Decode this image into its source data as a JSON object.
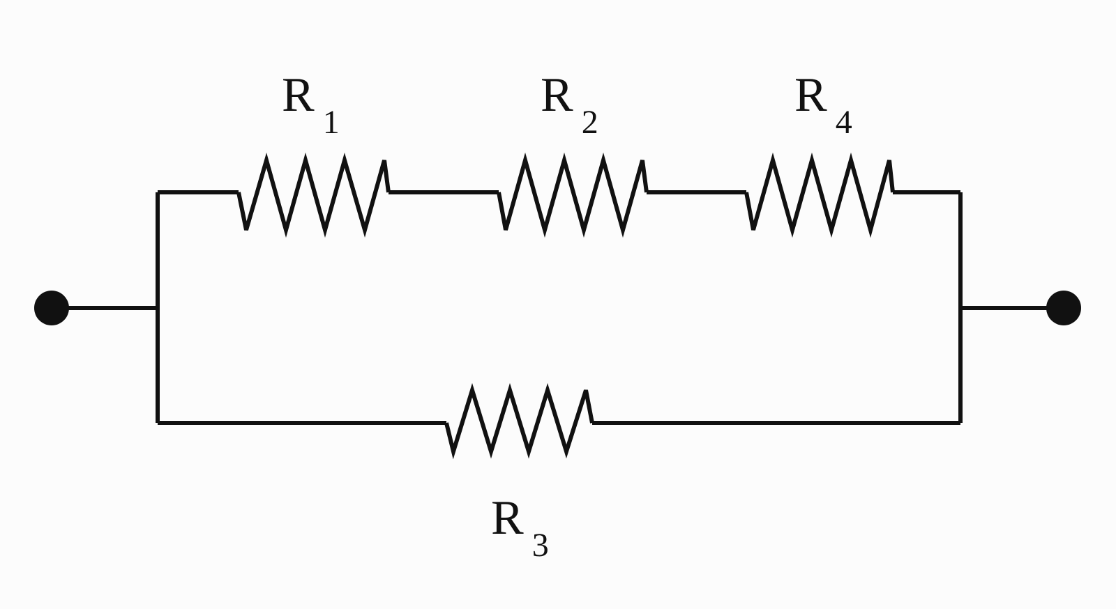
{
  "circuit": {
    "resistors": [
      {
        "id": "r1",
        "letter": "R",
        "subscript": "1"
      },
      {
        "id": "r2",
        "letter": "R",
        "subscript": "2"
      },
      {
        "id": "r4",
        "letter": "R",
        "subscript": "4"
      },
      {
        "id": "r3",
        "letter": "R",
        "subscript": "3"
      }
    ],
    "wire_color": "#111111",
    "background_color": "#fcfcfc"
  }
}
